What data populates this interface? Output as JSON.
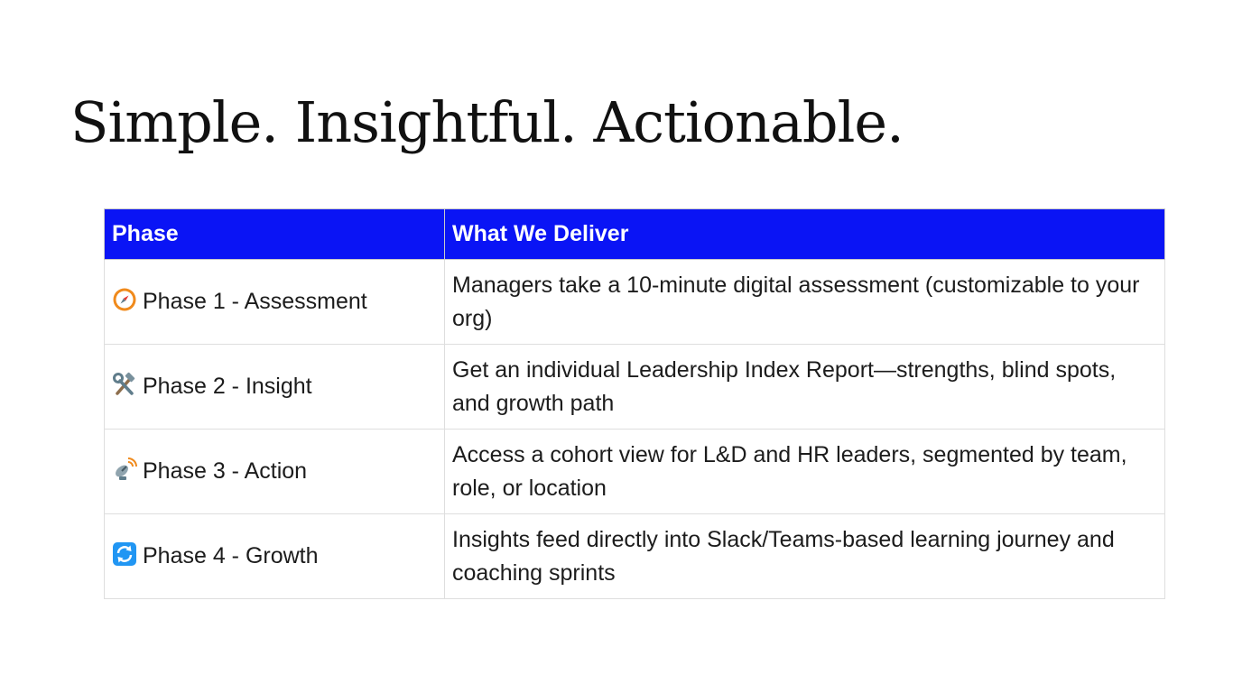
{
  "title": "Simple. Insightful. Actionable.",
  "table": {
    "headers": [
      "Phase",
      "What We Deliver"
    ],
    "rows": [
      {
        "icon": "compass-icon",
        "phase": "Phase 1 - Assessment",
        "deliver": "Managers take a 10-minute digital assessment (customizable to your org)"
      },
      {
        "icon": "hammer-and-wrench-icon",
        "phase": "Phase 2 - Insight",
        "deliver": "Get an individual Leadership Index Report—strengths, blind spots, and growth path"
      },
      {
        "icon": "satellite-antenna-icon",
        "phase": "Phase 3 - Action",
        "deliver": "Access a cohort view for L&D and HR leaders, segmented by team, role, or location"
      },
      {
        "icon": "counterclockwise-arrows-icon",
        "phase": "Phase 4 - Growth",
        "deliver": "Insights feed directly into Slack/Teams-based learning journey and coaching sprints"
      }
    ]
  },
  "colors": {
    "header_background": "#0a14f5",
    "header_text": "#ffffff",
    "body_text": "#1c1c1c",
    "border": "#dedede"
  }
}
